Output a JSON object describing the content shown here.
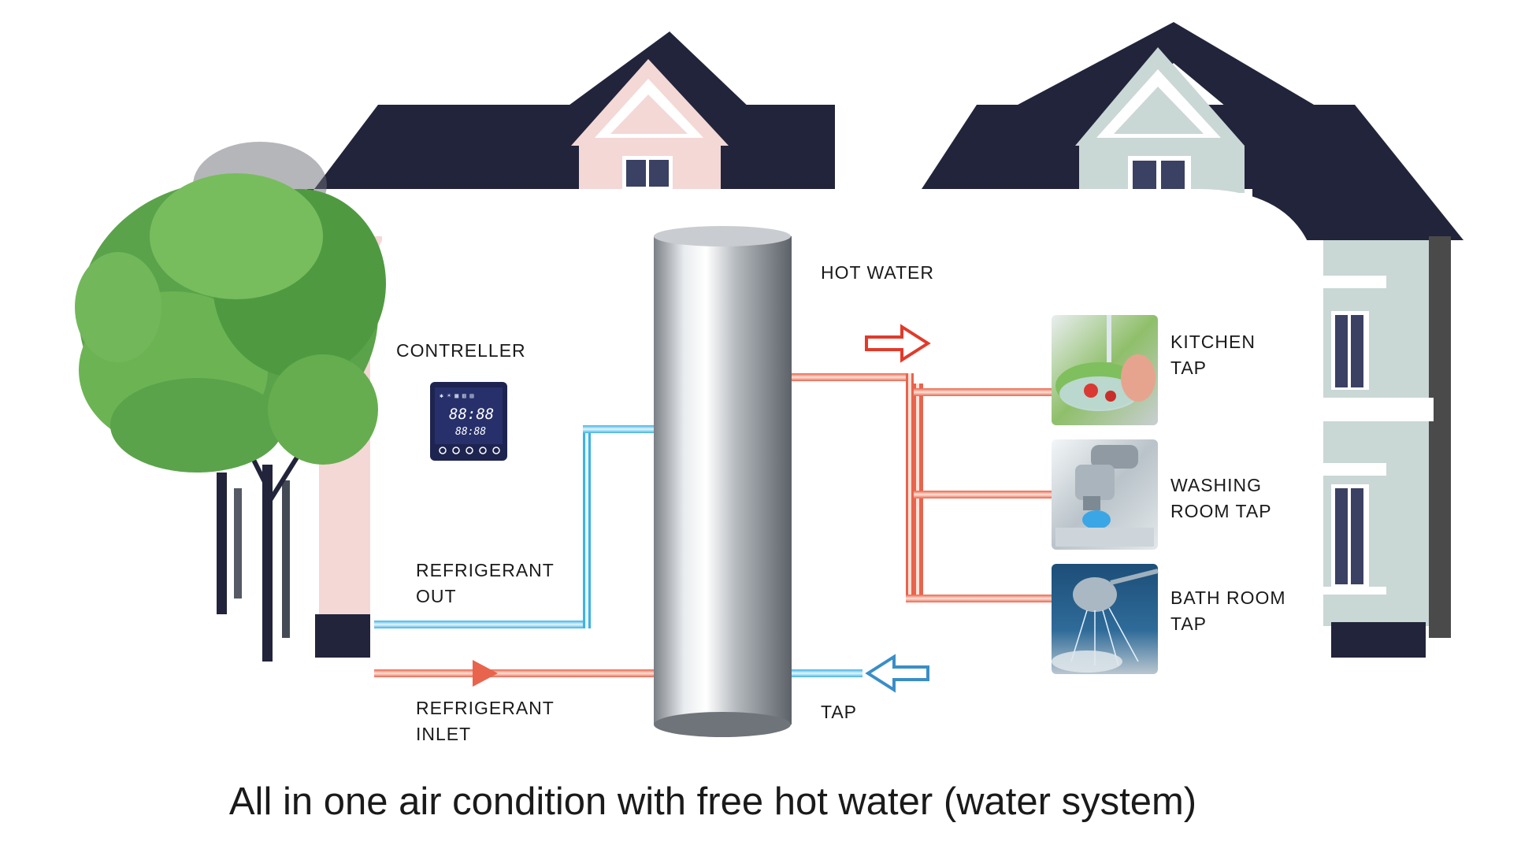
{
  "labels": {
    "controller": "CONTRELLER",
    "hot_water": "HOT WATER",
    "refrigerant_out": "REFRIGERANT\nOUT",
    "refrigerant_inlet": "REFRIGERANT\nINLET",
    "tap": "TAP",
    "kitchen_tap": "KITCHEN\nTAP",
    "washing_room_tap": "WASHING\nROOM TAP",
    "bath_room_tap": "BATH ROOM\nTAP"
  },
  "controller_display": {
    "row1": "88:88",
    "row2": "88:88"
  },
  "caption": "All in one air condition with free hot water (water system)",
  "colors": {
    "roof": "#22243b",
    "left_house_wall": "#f3d8d6",
    "right_house_wall": "#c9d7d5",
    "tree_leaf": "#5aa34a",
    "hot_pipe": "#e8644c",
    "cold_pipe": "#3fb2e4",
    "tank": "#9aa0a6",
    "controller": "#1e2450"
  },
  "icons": [
    "tree-icon",
    "house-icon",
    "controller-icon",
    "tank-icon",
    "arrow-right-icon",
    "arrow-left-icon",
    "kitchen-tap-photo",
    "washing-tap-photo",
    "shower-photo"
  ]
}
